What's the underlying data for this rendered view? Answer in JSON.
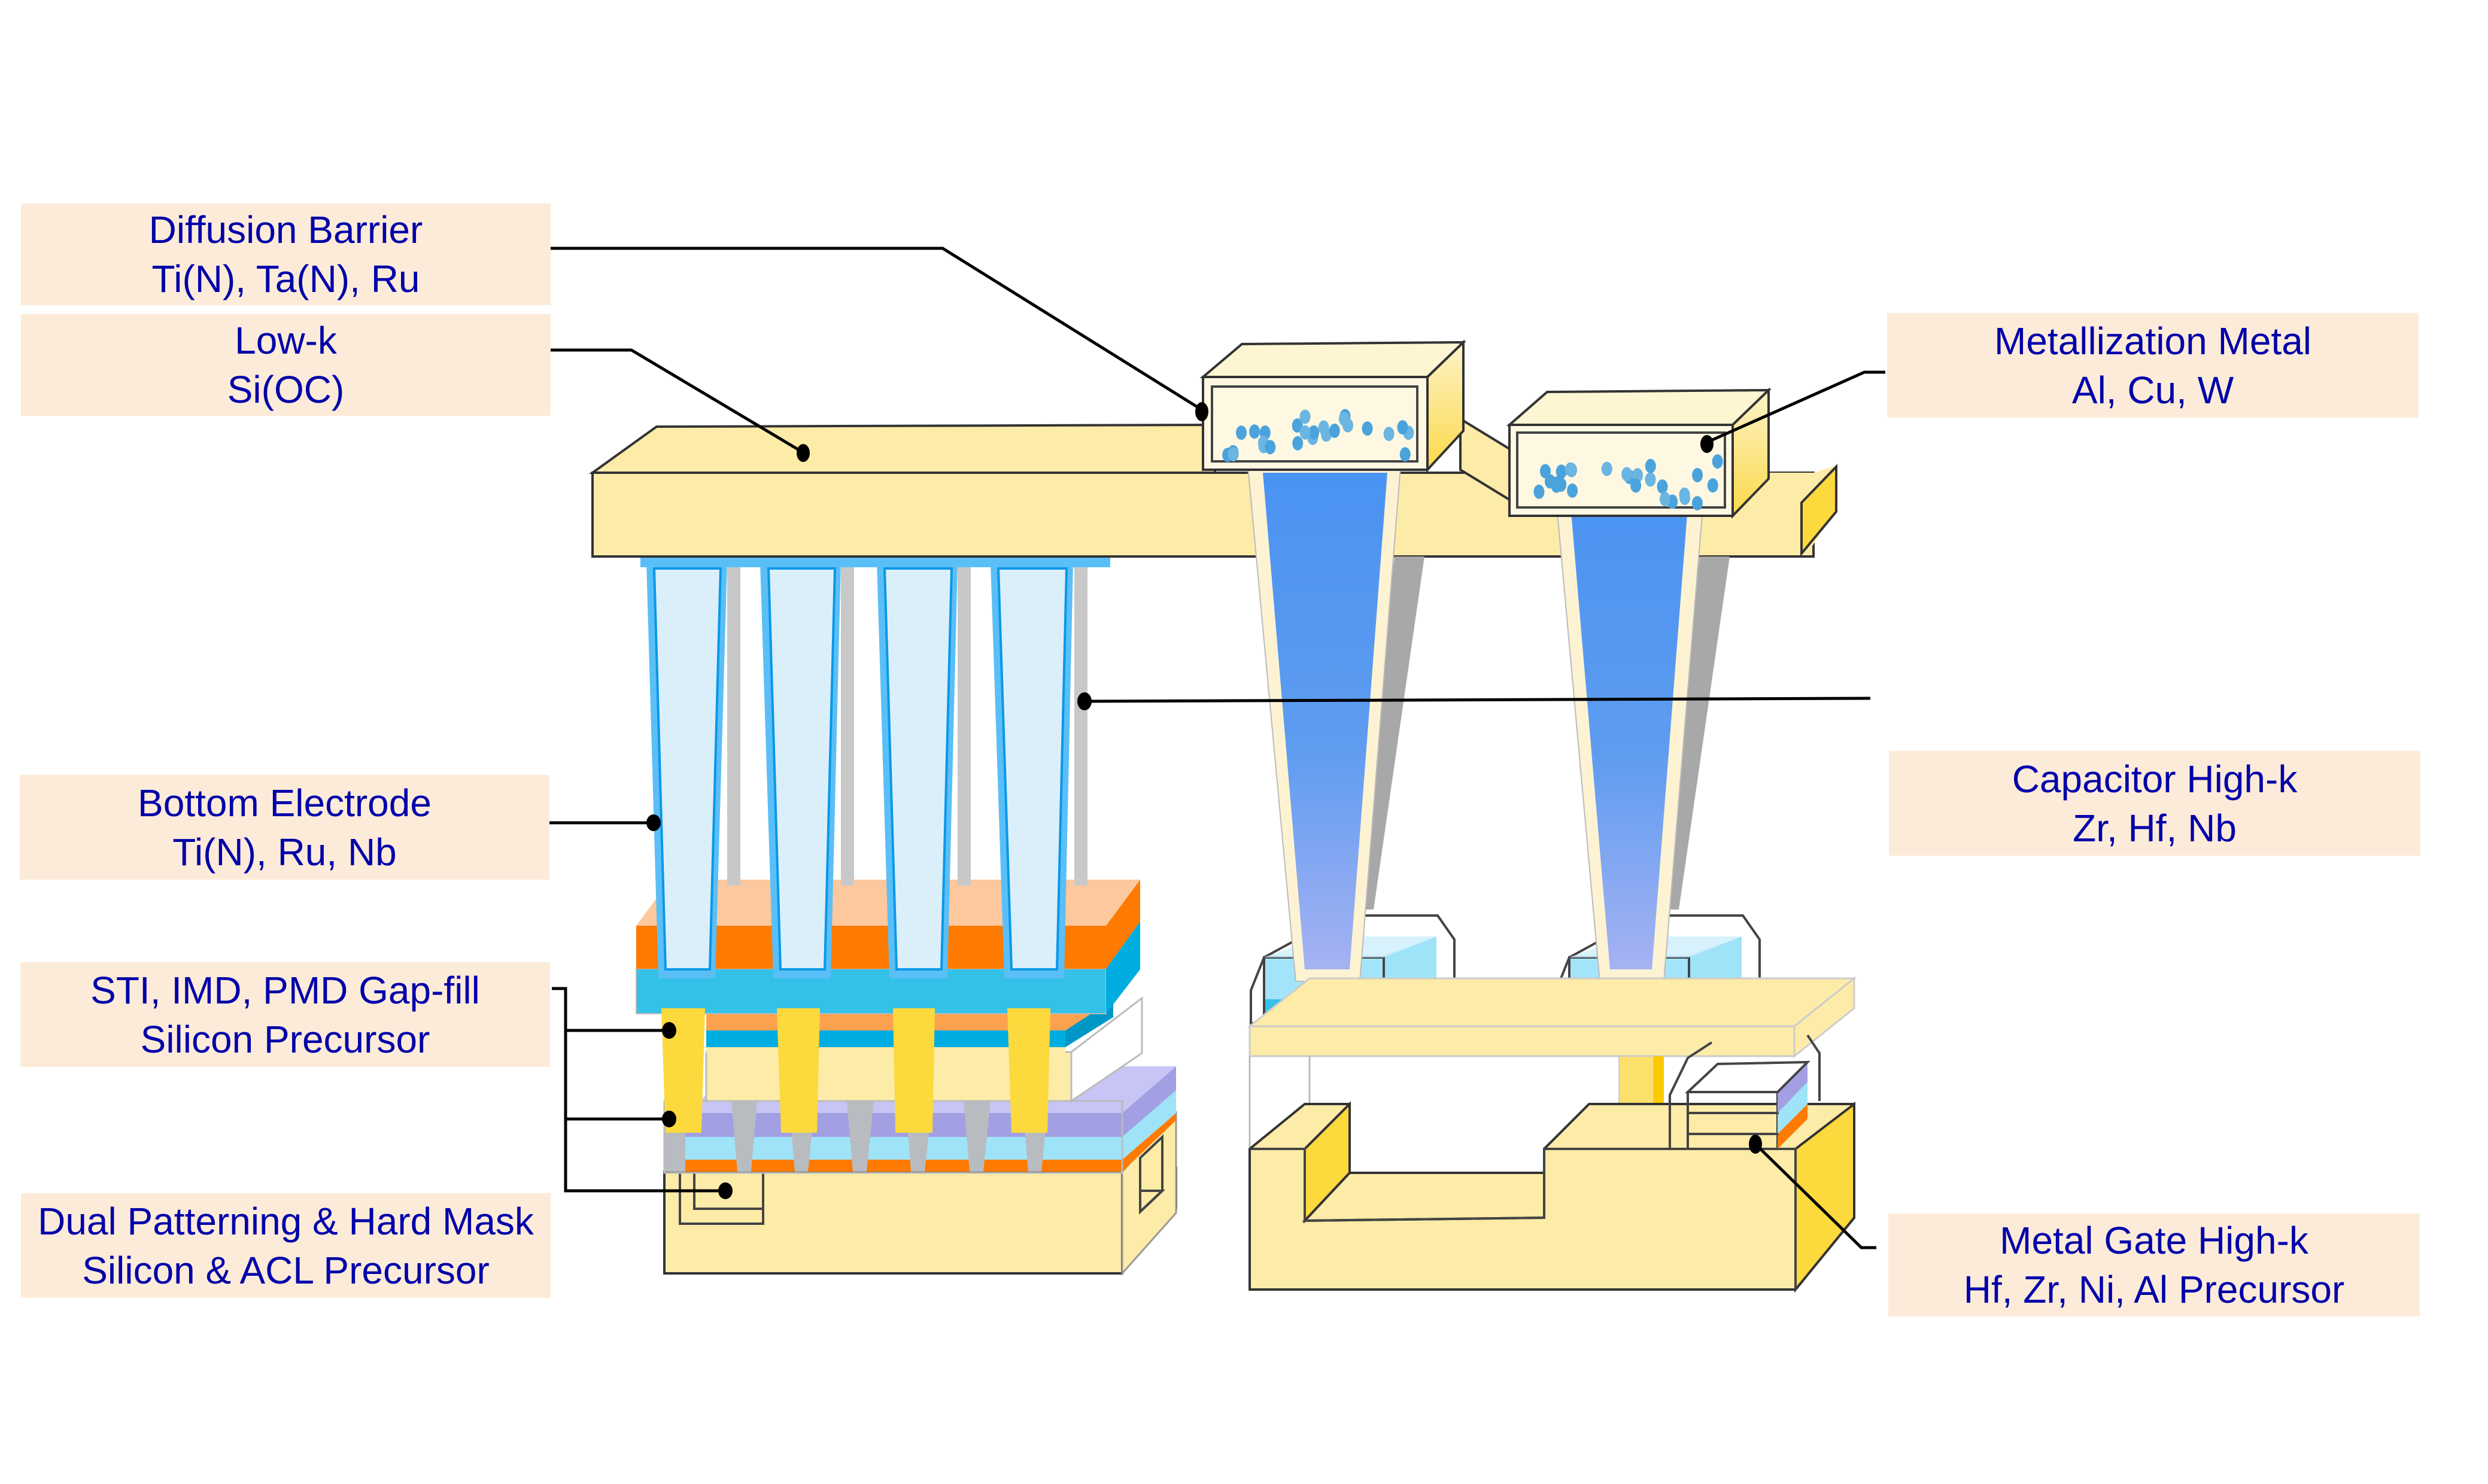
{
  "diagram": {
    "colors": {
      "label_bg": "#fdebd9",
      "label_text": "#0000aa",
      "dielectric": "#fdeba8",
      "dielectric_dark": "#fcd93d",
      "electrode_blue": "#5bbff7",
      "electrode_fill": "#dbeffb",
      "via_blue": "#4a93f2",
      "orange": "#ff7a00",
      "peach": "#fdc89d",
      "cyan": "#33c1e8",
      "lavender": "#a29fe3",
      "gray": "#b8bcc0"
    },
    "labels": {
      "diffusion_barrier": {
        "title": "Diffusion Barrier",
        "materials": "Ti(N), Ta(N), Ru"
      },
      "low_k": {
        "title": "Low-k",
        "materials": "Si(OC)"
      },
      "bottom_electrode": {
        "title": "Bottom Electrode",
        "materials": "Ti(N), Ru, Nb"
      },
      "gap_fill": {
        "title": "STI, IMD, PMD Gap-fill",
        "materials": "Silicon Precursor"
      },
      "hard_mask": {
        "title": "Dual Patterning & Hard Mask",
        "materials": "Silicon & ACL Precursor"
      },
      "metallization": {
        "title": "Metallization Metal",
        "materials": "Al, Cu, W"
      },
      "capacitor_high_k": {
        "title": "Capacitor High-k",
        "materials": "Zr, Hf, Nb"
      },
      "metal_gate_high_k": {
        "title": "Metal Gate High-k",
        "materials": "Hf, Zr, Ni, Al Precursor"
      }
    }
  }
}
